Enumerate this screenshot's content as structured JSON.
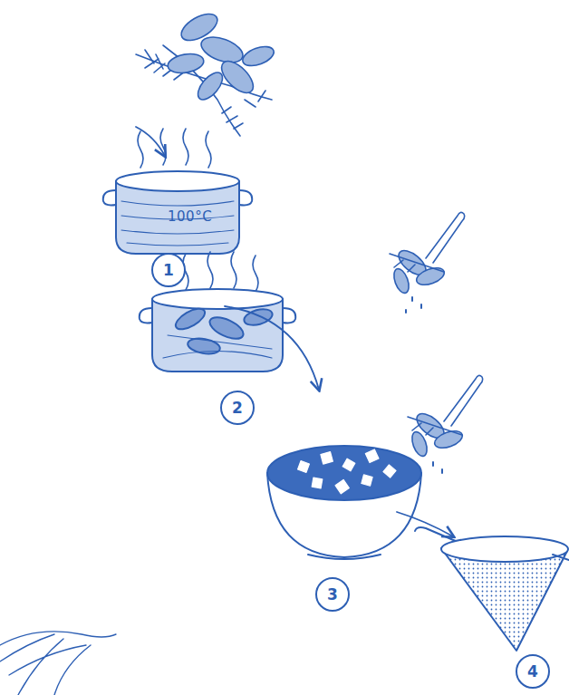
{
  "diagram": {
    "nodes": [
      {
        "text": [
          "1"
        ]
      },
      {
        "text": [
          "2"
        ]
      },
      {
        "text": [
          "3"
        ]
      },
      {
        "text": [
          "4"
        ]
      }
    ],
    "labels": [
      "100°C"
    ]
  }
}
